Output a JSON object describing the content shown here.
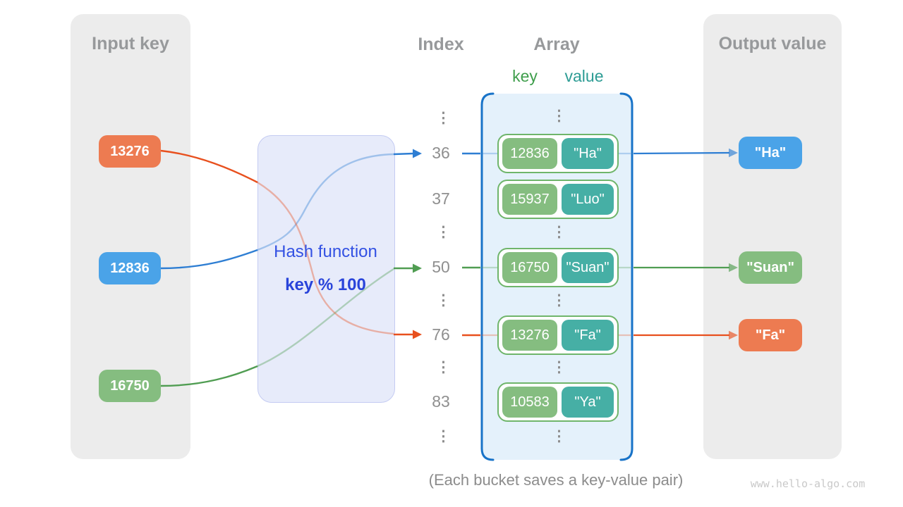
{
  "icons": {
    "ellipsis": "⋮"
  },
  "input_panel": {
    "title": "Input key",
    "items": [
      {
        "label": "13276",
        "color": "#ed7b51"
      },
      {
        "label": "12836",
        "color": "#4aa3e8"
      },
      {
        "label": "16750",
        "color": "#85bd80"
      }
    ]
  },
  "output_panel": {
    "title": "Output value",
    "items": [
      {
        "label": "\"Ha\"",
        "color": "#4aa3e8"
      },
      {
        "label": "\"Suan\"",
        "color": "#85bd80"
      },
      {
        "label": "\"Fa\"",
        "color": "#ed7b51"
      }
    ]
  },
  "hash": {
    "title": "Hash function",
    "formula": "key % 100"
  },
  "columns": {
    "index_header": "Index",
    "array_header": "Array",
    "key_label": "key",
    "value_label": "value",
    "key_label_color": "#3f9e4c",
    "value_label_color": "#2d9c94"
  },
  "indexes": [
    "36",
    "37",
    "50",
    "76",
    "83"
  ],
  "buckets": [
    {
      "key": "12836",
      "value": "\"Ha\""
    },
    {
      "key": "15937",
      "value": "\"Luo\""
    },
    {
      "key": "16750",
      "value": "\"Suan\""
    },
    {
      "key": "13276",
      "value": "\"Fa\""
    },
    {
      "key": "10583",
      "value": "\"Ya\""
    }
  ],
  "caption": "(Each bucket saves a key-value pair)",
  "watermark": "www.hello-algo.com",
  "colors": {
    "panel_bg": "#ececec",
    "array_fill": "#e4f1fb",
    "array_border": "#1873c8",
    "bucket_border": "#6fb56b",
    "hash_fill": "#e7ebfa",
    "hash_border": "#c4cbf2",
    "arrow_blue": "#2e7ed3",
    "arrow_green": "#509d52",
    "arrow_orange": "#e8501e"
  }
}
